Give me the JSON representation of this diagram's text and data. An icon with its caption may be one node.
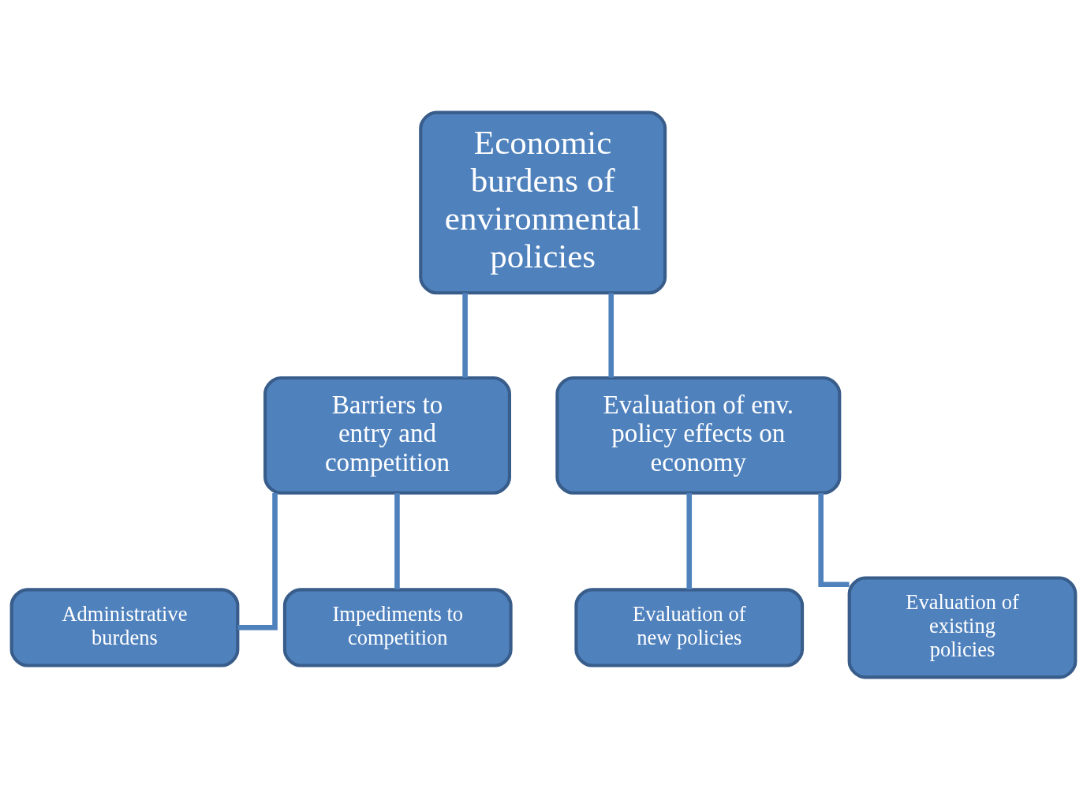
{
  "diagram": {
    "nodes": [
      {
        "text": [
          "Economic burdens of environmental policies"
        ]
      },
      {
        "text": [
          "Barriers to entry and competition"
        ]
      },
      {
        "text": [
          "Evaluation of env. policy effects on economy"
        ]
      },
      {
        "text": [
          "Administrative burdens"
        ]
      },
      {
        "text": [
          "Impediments to competition"
        ]
      },
      {
        "text": [
          "Evaluation of new policies"
        ]
      },
      {
        "text": [
          "Evaluation of existing policies"
        ]
      }
    ],
    "edges": [
      {
        "from": 0,
        "to": 1,
        "arrow": "none"
      },
      {
        "from": 0,
        "to": 2,
        "arrow": "none"
      },
      {
        "from": 1,
        "to": 3,
        "arrow": "none"
      },
      {
        "from": 1,
        "to": 4,
        "arrow": "none"
      },
      {
        "from": 2,
        "to": 5,
        "arrow": "none"
      },
      {
        "from": 2,
        "to": 6,
        "arrow": "none"
      }
    ]
  }
}
